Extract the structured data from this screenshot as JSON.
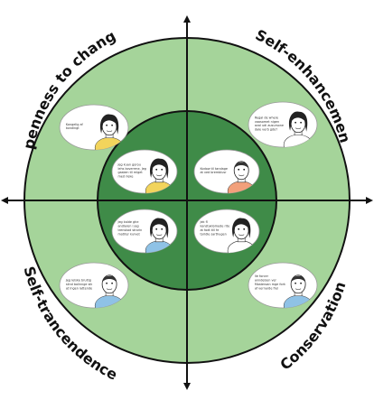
{
  "colors": {
    "outer_ring": "#a5d49a",
    "inner_circle": "#3f8b48",
    "axes": "#111111",
    "bubble_fill": "#ffffff",
    "bubble_stroke": "#999999",
    "shirt_yellow": "#f2d45c",
    "shirt_blue": "#8fc2e6",
    "shirt_orange": "#f2a07b"
  },
  "quadrants": {
    "top_left": "Openness to change",
    "top_right": "Self-enhancement",
    "bottom_left": "Self-trancendence",
    "bottom_right": "Conservation"
  },
  "portraits": [
    {
      "id": "outer-top-left",
      "icon": "woman-portrait-icon",
      "caption": "Kongelig af kondingt",
      "shirt": "yellow"
    },
    {
      "id": "outer-top-right",
      "icon": "woman-portrait-icon",
      "caption": "Regal de where vaasomet nigen aval udi ausursone dale verb gdo?",
      "shirt": "none"
    },
    {
      "id": "inner-top-left",
      "icon": "woman-portrait-icon",
      "caption": "Jeg kuan gorou lehs koverrme, Jeg gasken tll mlget med rieke",
      "shirt": "yellow"
    },
    {
      "id": "inner-top-right",
      "icon": "man-portrait-icon",
      "caption": "Kodow til tandage at ved bremblusr",
      "shirt": "orange"
    },
    {
      "id": "inner-bottom-left",
      "icon": "woman-portrait-icon",
      "caption": "Jeg kalde ghe andlaren i jeg trenskad strorin motiter kurvet udver",
      "shirt": "blue"
    },
    {
      "id": "inner-bottom-right",
      "icon": "woman-portrait-icon",
      "caption": "Jek fl kanstakiomede rite at fodt till fe toridle sarthugen bbe",
      "shirt": "none"
    },
    {
      "id": "outer-bottom-left",
      "icon": "man-portrait-icon",
      "caption": "Jeg lelske bruitig slind bolinnge sik at Ingen lattende",
      "shirt": "blue"
    },
    {
      "id": "outer-bottom-right",
      "icon": "man-portrait-icon",
      "caption": "Ve forcer anndelsen ver Masteroan mge fork af vernarde frel ghrelalt",
      "shirt": "blue"
    }
  ]
}
